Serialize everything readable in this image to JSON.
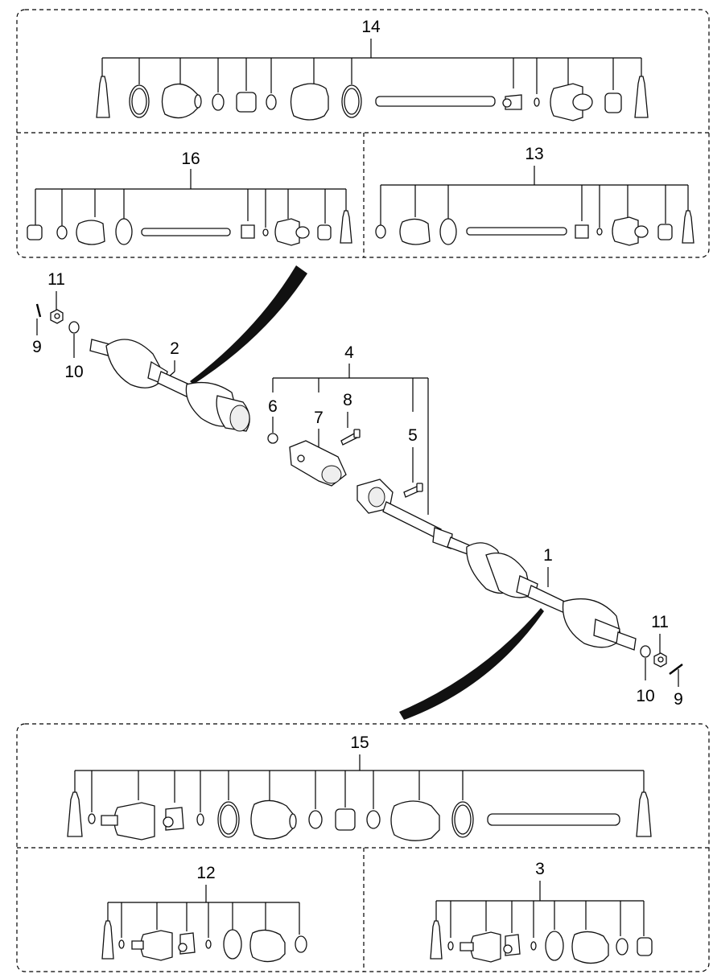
{
  "labels": {
    "p14": "14",
    "p16": "16",
    "p13": "13",
    "p11a": "11",
    "p9a": "9",
    "p10a": "10",
    "p2": "2",
    "p4": "4",
    "p6": "6",
    "p7": "7",
    "p8": "8",
    "p5": "5",
    "p1": "1",
    "p11b": "11",
    "p10b": "10",
    "p9b": "9",
    "p15": "15",
    "p12": "12",
    "p3": "3"
  },
  "colors": {
    "ink": "#000000",
    "paper": "#ffffff"
  }
}
